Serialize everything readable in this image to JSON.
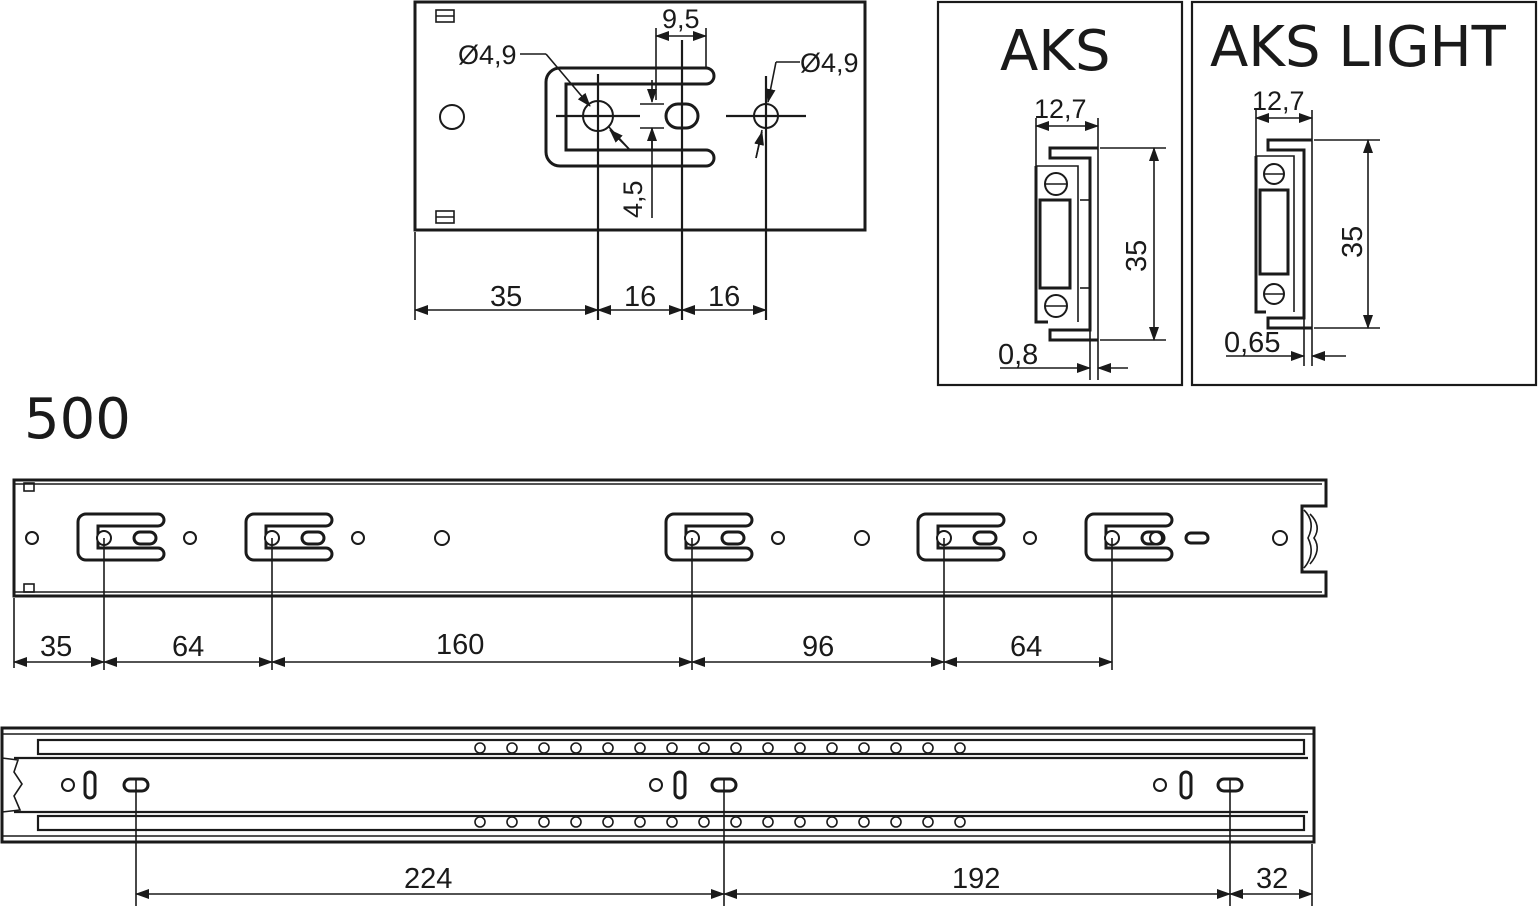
{
  "detail": {
    "hole_diameter_left": "Ø4,9",
    "hole_diameter_right": "Ø4,9",
    "slot_width": "9,5",
    "slot_offset": "4,5",
    "dims": [
      "35",
      "16",
      "16"
    ]
  },
  "profiles": [
    {
      "title": "AKS",
      "width": "12,7",
      "height": "35",
      "thickness": "0,8"
    },
    {
      "title": "AKS LIGHT",
      "width": "12,7",
      "height": "35",
      "thickness": "0,65"
    }
  ],
  "size_label": "500",
  "top_rail": {
    "dims": [
      "35",
      "64",
      "160",
      "96",
      "64"
    ]
  },
  "bottom_rail": {
    "dims": [
      "224",
      "192",
      "32"
    ]
  }
}
